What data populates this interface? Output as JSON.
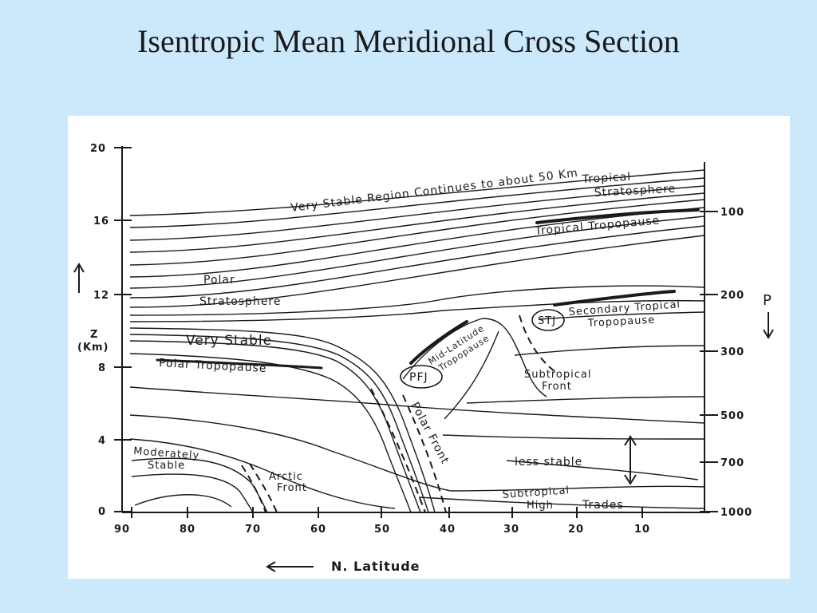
{
  "slide": {
    "title": "Isentropic Mean Meridional Cross Section"
  },
  "diagram": {
    "z_axis": {
      "label_line1": "Z",
      "label_line2": "(Km)",
      "ticks": [
        "20",
        "16",
        "12",
        "8",
        "4",
        "0"
      ]
    },
    "p_axis": {
      "label": "P",
      "ticks": [
        "100",
        "200",
        "300",
        "500",
        "700",
        "1000"
      ]
    },
    "lat_axis": {
      "label": "N. Latitude",
      "ticks": [
        "90",
        "80",
        "70",
        "60",
        "50",
        "40",
        "30",
        "20",
        "10"
      ]
    },
    "annotations": {
      "very_stable_region": "Very Stable Region Continues to about 50 Km",
      "tropical_stratosphere_1": "Tropical",
      "tropical_stratosphere_2": "Stratosphere",
      "tropical_tropopause": "Tropical Tropopause",
      "polar_stratosphere_1": "Polar",
      "polar_stratosphere_2": "Stratosphere",
      "very_stable": "Very Stable",
      "polar_tropopause": "Polar Tropopause",
      "mid_latitude_tropopause_1": "Mid-Latitude",
      "mid_latitude_tropopause_2": "Tropopause",
      "pfj": "PFJ",
      "stj": "STJ",
      "secondary_tropical_tropopause_1": "Secondary Tropical",
      "secondary_tropical_tropopause_2": "Tropopause",
      "subtropical_front_1": "Subtropical",
      "subtropical_front_2": "Front",
      "polar_front": "Polar Front",
      "moderately_stable_1": "Moderately",
      "moderately_stable_2": "Stable",
      "arctic_front_1": "Arctic",
      "arctic_front_2": "Front",
      "less_stable": "less stable",
      "subtropical_high_1": "Subtropical",
      "subtropical_high_2": "High",
      "trades": "Trades"
    }
  }
}
